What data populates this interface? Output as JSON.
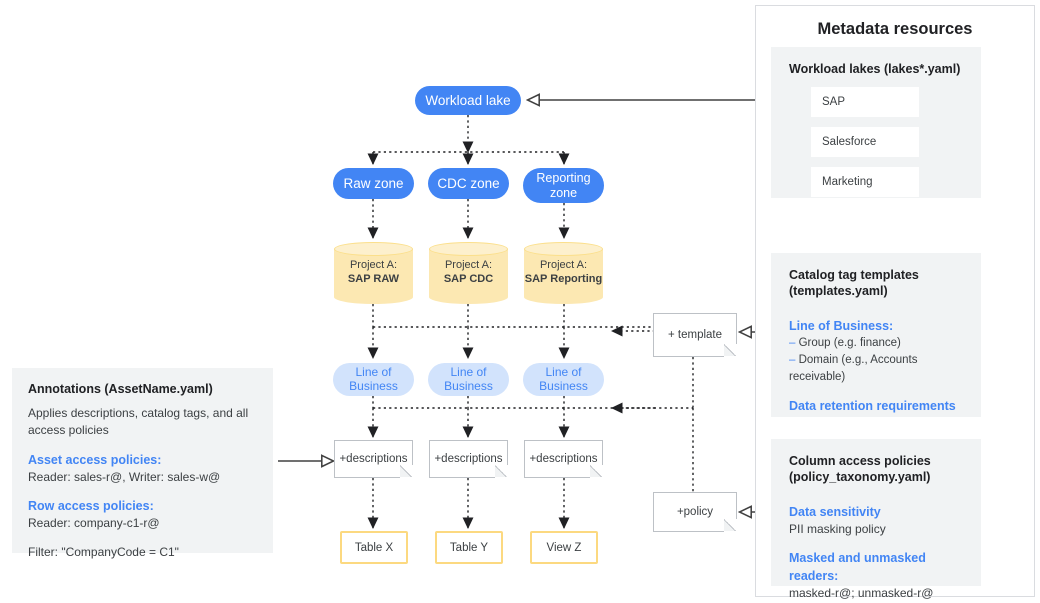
{
  "colors": {
    "accent_blue": "#4285f4",
    "light_blue": "#d2e3fc",
    "cylinder_yellow": "#fce8b2",
    "box_yellow_border": "#fcd980",
    "panel_gray": "#f1f3f4",
    "outline_gray": "#dadce0",
    "text_dark": "#3c4043"
  },
  "flow": {
    "workload_lake": "Workload lake",
    "zones": [
      {
        "label": "Raw zone"
      },
      {
        "label": "CDC zone"
      },
      {
        "label": "Reporting zone"
      }
    ],
    "projects": [
      {
        "prefix": "Project A:",
        "name": "SAP RAW"
      },
      {
        "prefix": "Project A:",
        "name": "SAP CDC"
      },
      {
        "prefix": "Project A:",
        "name": "SAP Reporting"
      }
    ],
    "lob_nodes": [
      {
        "line1": "Line of",
        "line2": "Business"
      },
      {
        "line1": "Line of",
        "line2": "Business"
      },
      {
        "line1": "Line of",
        "line2": "Business"
      }
    ],
    "description_notes": [
      {
        "label": "+descriptions"
      },
      {
        "label": "+descriptions"
      },
      {
        "label": "+descriptions"
      }
    ],
    "outputs": [
      {
        "label": "Table X"
      },
      {
        "label": "Table Y"
      },
      {
        "label": "View Z"
      }
    ],
    "template_note": "+ template",
    "policy_note": "+policy"
  },
  "left_panel": {
    "heading": "Annotations (AssetName.yaml)",
    "intro": "Applies descriptions, catalog tags, and all access policies",
    "asset_access_heading": "Asset access policies:",
    "asset_access_value": "Reader: sales-r@, Writer: sales-w@",
    "row_access_heading": "Row access policies:",
    "row_access_value": "Reader: company-c1-r@",
    "filter_value": "Filter: \"CompanyCode = C1\""
  },
  "right_panel": {
    "title": "Metadata resources",
    "workload_lakes": {
      "heading": "Workload lakes (lakes*.yaml)",
      "items": [
        {
          "label": "SAP"
        },
        {
          "label": "Salesforce"
        },
        {
          "label": "Marketing"
        }
      ]
    },
    "catalog_templates": {
      "heading_line1": "Catalog tag templates",
      "heading_line2": "(templates.yaml)",
      "lob_heading": "Line of Business:",
      "bullets": [
        {
          "text": "Group (e.g. finance)"
        },
        {
          "text": "Domain (e.g., Accounts receivable)"
        }
      ],
      "retention_heading": "Data retention requirements"
    },
    "column_policies": {
      "heading_line1": "Column access policies",
      "heading_line2": "(policy_taxonomy.yaml)",
      "sensitivity_heading": "Data sensitivity",
      "sensitivity_value": "PII masking policy",
      "readers_heading": "Masked and unmasked readers:",
      "readers_value": "masked-r@; unmasked-r@"
    }
  }
}
